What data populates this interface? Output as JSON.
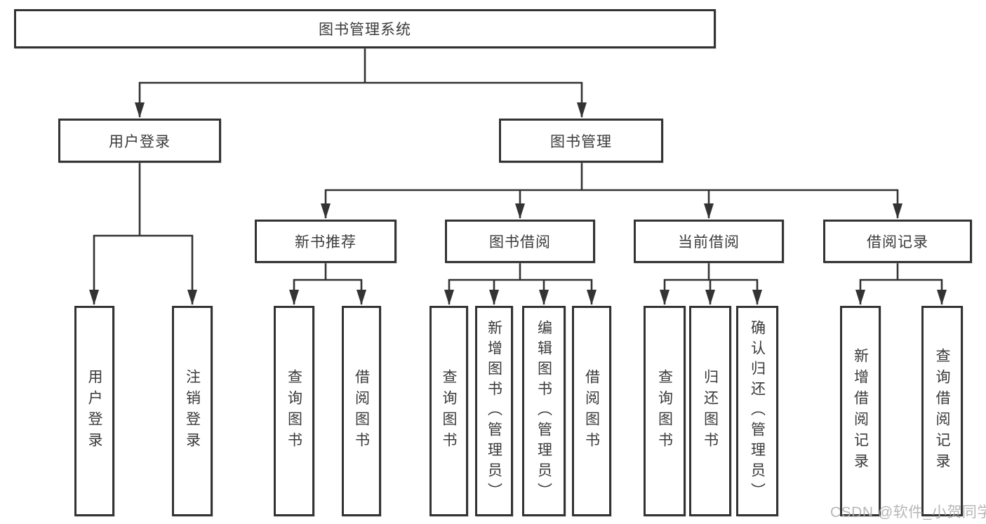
{
  "colors": {
    "line": "#333333",
    "text": "#3a3a3a",
    "background": "#ffffff",
    "watermark": "#afafaf"
  },
  "watermark": "CSDN @软件_小贺同学",
  "diagram": {
    "type": "hierarchy-flowchart",
    "root": {
      "label": "图书管理系统",
      "children": [
        {
          "label": "用户登录",
          "children": [
            {
              "label": "用户登录"
            },
            {
              "label": "注销登录"
            }
          ]
        },
        {
          "label": "图书管理",
          "children": [
            {
              "label": "新书推荐",
              "children": [
                {
                  "label": "查询图书"
                },
                {
                  "label": "借阅图书"
                }
              ]
            },
            {
              "label": "图书借阅",
              "children": [
                {
                  "label": "查询图书"
                },
                {
                  "label": "新增图书（管理员）"
                },
                {
                  "label": "编辑图书（管理员）"
                },
                {
                  "label": "借阅图书"
                }
              ]
            },
            {
              "label": "当前借阅",
              "children": [
                {
                  "label": "查询图书"
                },
                {
                  "label": "归还图书"
                },
                {
                  "label": "确认归还（管理员）"
                }
              ]
            },
            {
              "label": "借阅记录",
              "children": [
                {
                  "label": "新增借阅记录"
                },
                {
                  "label": "查询借阅记录"
                }
              ]
            }
          ]
        }
      ]
    }
  }
}
